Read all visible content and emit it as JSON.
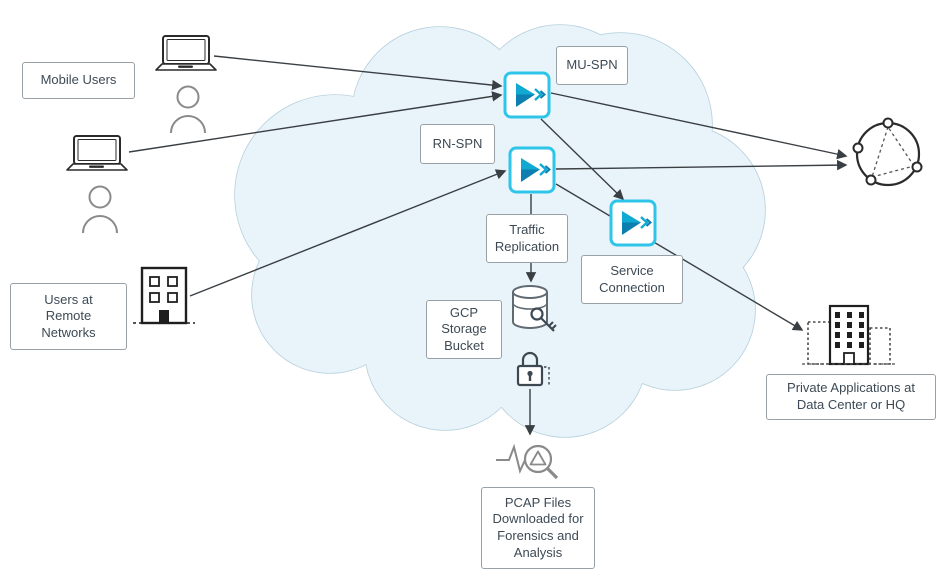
{
  "diagram": {
    "type": "network-architecture",
    "labels": {
      "mobile_users": "Mobile Users",
      "users_remote_networks": "Users at\nRemote\nNetworks",
      "mu_spn": "MU-SPN",
      "rn_spn": "RN-SPN",
      "traffic_replication": "Traffic\nReplication",
      "service_connection": "Service\nConnection",
      "gcp_storage_bucket": "GCP\nStorage\nBucket",
      "private_apps": "Private Applications at\nData Center or HQ",
      "pcap_files": "PCAP Files\nDownloaded for\nForensics and\nAnalysis"
    },
    "colors": {
      "cloud_fill": "#e9f4fa",
      "cloud_stroke": "#b5cfdd",
      "box_border": "#98a1a8",
      "text": "#3d4a55",
      "arrow": "#3a3f44",
      "spn_border": "#2ec5e9",
      "spn_logo_light": "#0fa9d2",
      "spn_logo_dark": "#0c7fb0",
      "icon_dark": "#2b2b2b",
      "icon_gray": "#8a8a8a"
    },
    "icons": [
      "laptop-icon",
      "user-icon",
      "office-building-icon",
      "spn-node-icon",
      "internet-icon",
      "storage-bucket-key-icon",
      "lock-icon",
      "datacenter-buildings-icon",
      "pcap-analysis-icon"
    ]
  }
}
